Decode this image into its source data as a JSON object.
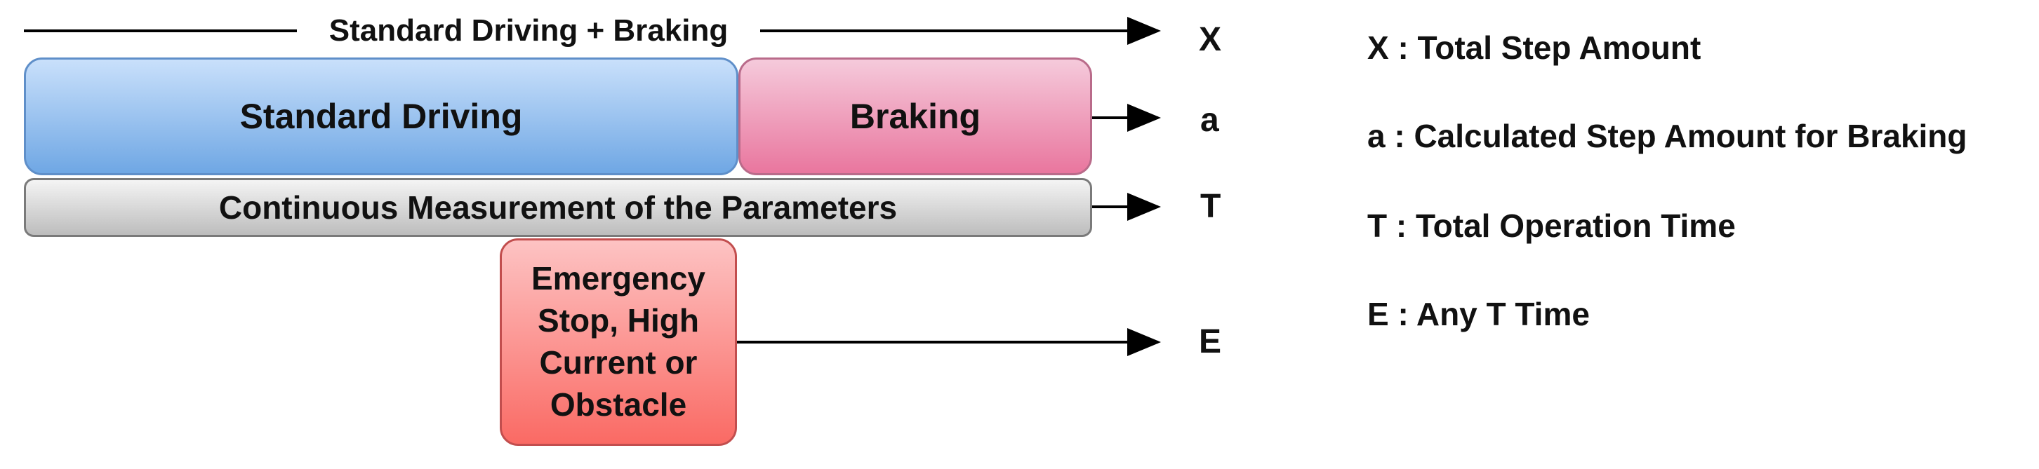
{
  "diagram": {
    "top_span_label": "Standard Driving + Braking",
    "boxes": {
      "standard_driving": "Standard Driving",
      "braking": "Braking",
      "continuous_measurement": "Continuous Measurement of the Parameters",
      "emergency": "Emergency Stop, High Current or Obstacle"
    },
    "outputs": {
      "x": "X",
      "a": "a",
      "t": "T",
      "e": "E"
    }
  },
  "legend": [
    "X : Total Step Amount",
    "a : Calculated Step Amount for Braking",
    "T : Total Operation Time",
    "E : Any T Time"
  ]
}
